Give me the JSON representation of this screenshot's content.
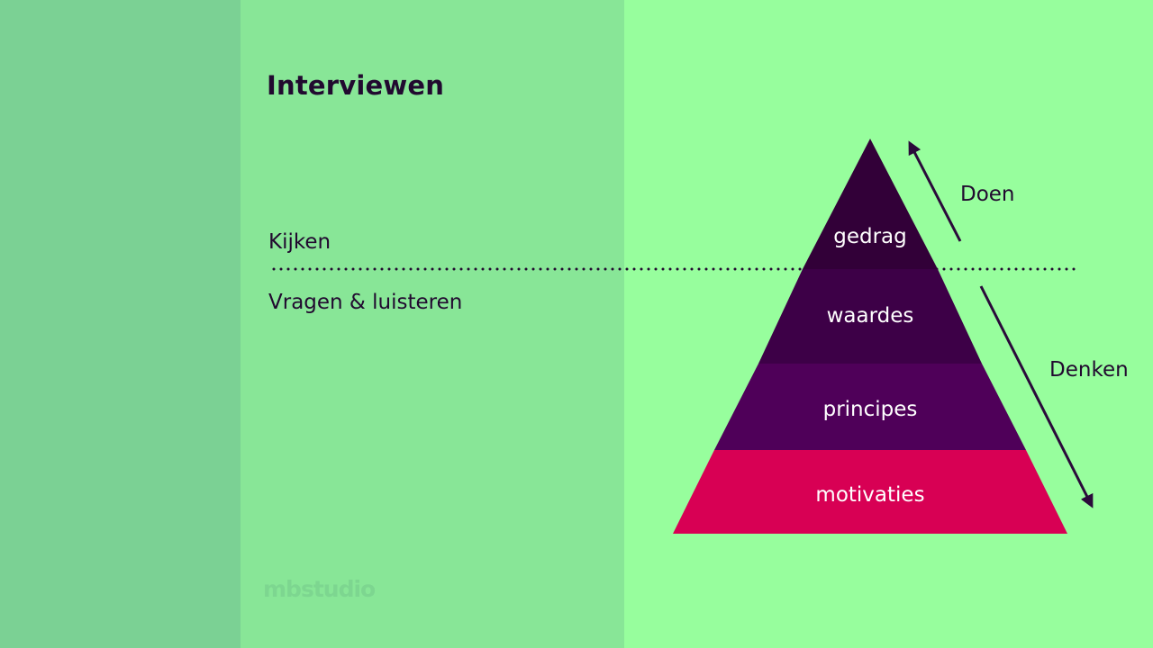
{
  "slide": {
    "title": "Interviewen",
    "left_labels": {
      "above_line": "Kijken",
      "below_line": "Vragen & luisteren"
    },
    "arrow_labels": {
      "up": "Doen",
      "down": "Denken"
    },
    "logo": "mbstudio"
  },
  "pyramid": {
    "layers": [
      {
        "label": "gedrag",
        "color": "#320038"
      },
      {
        "label": "waardes",
        "color": "#3d0047"
      },
      {
        "label": "principes",
        "color": "#4f0059"
      },
      {
        "label": "motivaties",
        "color": "#d80054"
      }
    ]
  },
  "colors": {
    "band_dark": "#7bd194",
    "band_mid": "#88e697",
    "band_light": "#97fe9d",
    "text": "#21092f",
    "arrow": "#2a0a3a"
  }
}
